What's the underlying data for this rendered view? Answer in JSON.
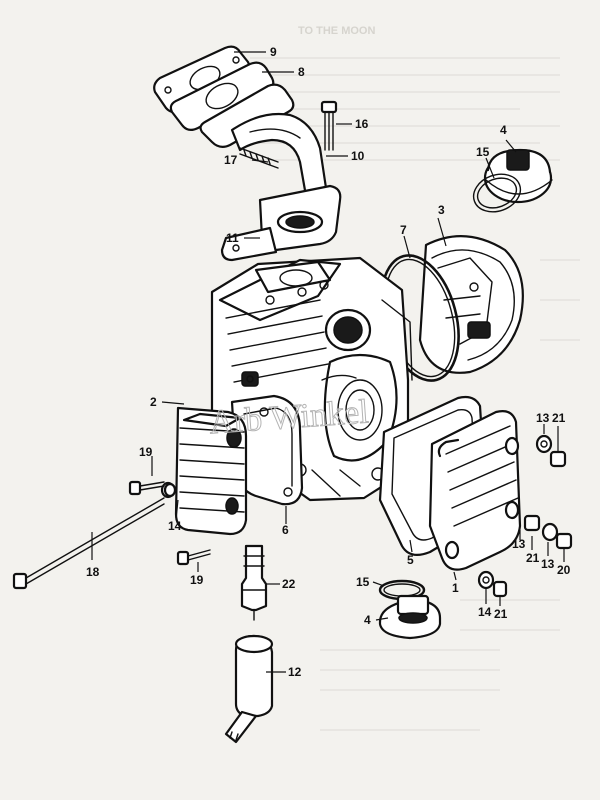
{
  "background_heading": "TO THE MOON",
  "watermark": "Arb Winkel",
  "callouts": {
    "c1": "1",
    "c2": "2",
    "c3": "3",
    "c4a": "4",
    "c4b": "4",
    "c5": "5",
    "c6": "6",
    "c7": "7",
    "c8": "8",
    "c9": "9",
    "c10": "10",
    "c11": "11",
    "c12": "12",
    "c13a": "13",
    "c13b": "13",
    "c13c": "13",
    "c14a": "14",
    "c14b": "14",
    "c15a": "15",
    "c15b": "15",
    "c16": "16",
    "c17": "17",
    "c18": "18",
    "c19a": "19",
    "c19b": "19",
    "c20": "20",
    "c21a": "21",
    "c21b": "21",
    "c21c": "21",
    "c22": "22"
  },
  "colors": {
    "ink": "#111111",
    "paper": "#f3f2ee",
    "watermark": "#b4b4b4"
  }
}
